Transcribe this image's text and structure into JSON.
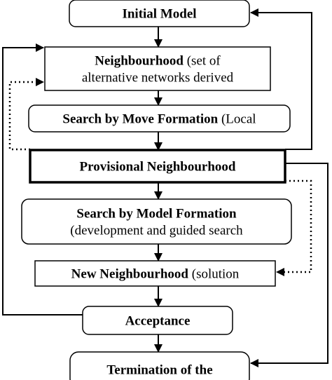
{
  "diagram": {
    "colors": {
      "stroke": "#000000",
      "fill": "#ffffff",
      "text": "#000000"
    },
    "nodes": [
      {
        "id": "initial-model",
        "shape": "rounded",
        "emphasis": "normal",
        "lines": [
          [
            {
              "text": "Initial Model",
              "bold": true
            }
          ]
        ]
      },
      {
        "id": "neighbourhood",
        "shape": "rect",
        "emphasis": "normal",
        "lines": [
          [
            {
              "text": "Neighbourhood",
              "bold": true
            },
            {
              "text": " (set of",
              "bold": false
            }
          ],
          [
            {
              "text": "alternative networks derived",
              "bold": false
            }
          ]
        ]
      },
      {
        "id": "search-move",
        "shape": "rounded",
        "emphasis": "normal",
        "lines": [
          [
            {
              "text": "Search by Move Formation",
              "bold": true
            },
            {
              "text": " (Local",
              "bold": false
            }
          ]
        ]
      },
      {
        "id": "provisional",
        "shape": "rect",
        "emphasis": "thick",
        "lines": [
          [
            {
              "text": "Provisional Neighbourhood",
              "bold": true
            }
          ]
        ]
      },
      {
        "id": "search-model",
        "shape": "rounded",
        "emphasis": "normal",
        "lines": [
          [
            {
              "text": "Search by Model Formation",
              "bold": true
            }
          ],
          [
            {
              "text": "(development and guided search",
              "bold": false
            }
          ]
        ]
      },
      {
        "id": "new-neighbourhood",
        "shape": "rect",
        "emphasis": "normal",
        "lines": [
          [
            {
              "text": "New Neighbourhood",
              "bold": true
            },
            {
              "text": " (solution",
              "bold": false
            }
          ]
        ]
      },
      {
        "id": "acceptance",
        "shape": "rounded",
        "emphasis": "normal",
        "lines": [
          [
            {
              "text": "Acceptance",
              "bold": true
            }
          ]
        ]
      },
      {
        "id": "termination",
        "shape": "rounded",
        "emphasis": "normal",
        "lines": [
          [
            {
              "text": "Termination of the",
              "bold": true
            }
          ]
        ]
      }
    ],
    "edges": [
      {
        "from": "initial-model",
        "to": "neighbourhood",
        "style": "solid"
      },
      {
        "from": "neighbourhood",
        "to": "search-move",
        "style": "solid"
      },
      {
        "from": "search-move",
        "to": "provisional",
        "style": "solid"
      },
      {
        "from": "provisional",
        "to": "search-model",
        "style": "solid"
      },
      {
        "from": "search-model",
        "to": "new-neighbourhood",
        "style": "solid"
      },
      {
        "from": "new-neighbourhood",
        "to": "acceptance",
        "style": "solid"
      },
      {
        "from": "acceptance",
        "to": "termination",
        "style": "solid"
      },
      {
        "from": "acceptance",
        "to": "neighbourhood",
        "style": "solid"
      },
      {
        "from": "provisional",
        "to": "initial-model",
        "style": "solid"
      },
      {
        "from": "provisional",
        "to": "termination",
        "style": "solid"
      },
      {
        "from": "provisional",
        "to": "neighbourhood",
        "style": "dotted"
      },
      {
        "from": "provisional",
        "to": "new-neighbourhood",
        "style": "dotted"
      }
    ]
  }
}
